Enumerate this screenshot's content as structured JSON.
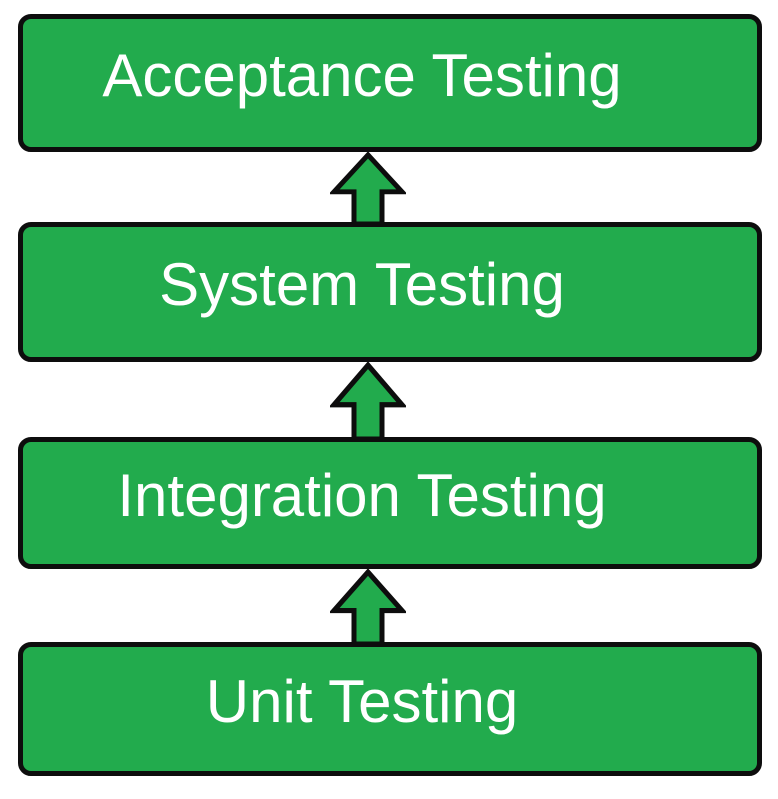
{
  "diagram": {
    "kind": "vertical-flow-diagram",
    "flow_direction": "bottom-to-top",
    "levels": [
      {
        "label": "Acceptance Testing"
      },
      {
        "label": "System Testing"
      },
      {
        "label": "Integration Testing"
      },
      {
        "label": "Unit Testing"
      }
    ],
    "connector": "up-arrow",
    "colors": {
      "box_fill": "#22AB4D",
      "box_border": "#0D0D0D",
      "text": "#FFFFFF",
      "arrow_fill": "#22AB4D",
      "arrow_outline": "#0D0D0D",
      "background": "#FFFFFF"
    }
  }
}
